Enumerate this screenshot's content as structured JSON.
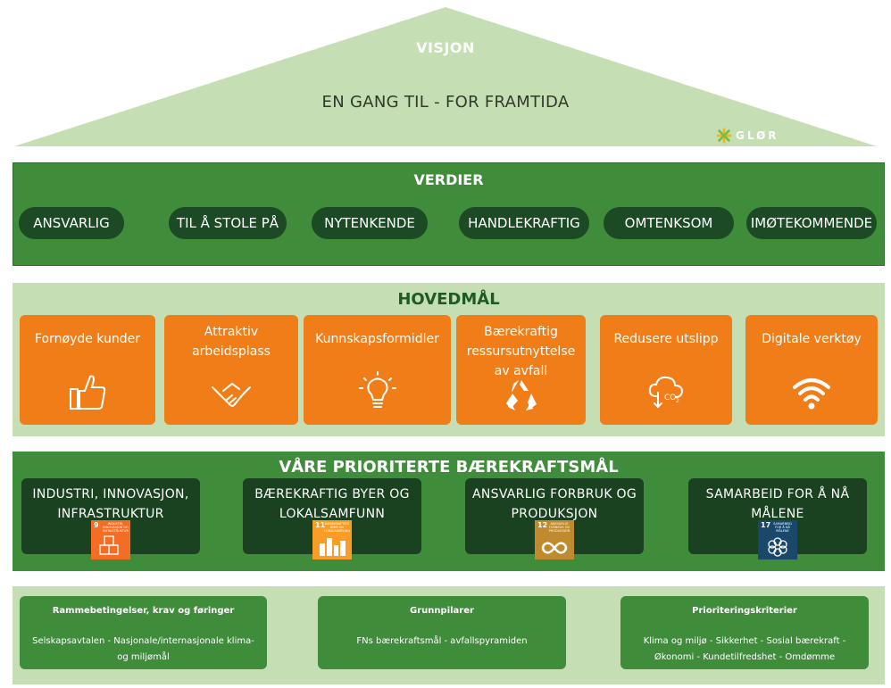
{
  "roof": {
    "title": "VISJON",
    "text": "EN GANG TIL - FOR FRAMTIDA",
    "logo": "GLØR"
  },
  "verdier": {
    "title": "VERDIER",
    "values": [
      "ANSVARLIG",
      "TIL Å STOLE PÅ",
      "NYTENKENDE",
      "HANDLEKRAFTIG",
      "OMTENKSOM",
      "IMØTEKOMMENDE"
    ]
  },
  "hovedmal": {
    "title": "HOVEDMÅL",
    "goals": [
      {
        "label": "Fornøyde kunder",
        "icon": "thumbs-up-icon"
      },
      {
        "label": "Attraktiv arbeidsplass",
        "icon": "handshake-icon"
      },
      {
        "label": "Kunnskapsformidler",
        "icon": "lightbulb-icon"
      },
      {
        "label": "Bærekraftig ressursutnyttelse av avfall",
        "icon": "recycle-icon"
      },
      {
        "label": "Redusere utslipp",
        "icon": "co2-cloud-icon"
      },
      {
        "label": "Digitale verktøy",
        "icon": "wifi-icon"
      }
    ]
  },
  "baerekraft": {
    "title": "VÅRE PRIORITERTE BÆREKRAFTSMÅL",
    "goals": [
      {
        "label": "INDUSTRI, INNOVASJON, INFRASTRUKTUR",
        "sdg_number": "9",
        "sdg_text": "INDUSTRI, INNOVASJON OG INFRASTRUKTUR",
        "color": "#f36d25"
      },
      {
        "label": "BÆREKRAFTIG BYER OG LOKALSAMFUNN",
        "sdg_number": "11",
        "sdg_text": "BÆREKRAFTIGE BYER OG LOKALSAMFUNN",
        "color": "#f99d26"
      },
      {
        "label": "ANSVARLIG FORBRUK OG PRODUKSJON",
        "sdg_number": "12",
        "sdg_text": "ANSVARLIG FORBRUK OG PRODUKSJON",
        "color": "#bf8b2e"
      },
      {
        "label": "SAMARBEID FOR Å NÅ MÅLENE",
        "sdg_number": "17",
        "sdg_text": "SAMARBEID FOR Å NÅ MÅLENE",
        "color": "#19486a"
      }
    ]
  },
  "fundament": {
    "cards": [
      {
        "title": "Rammebetingelser, krav og føringer",
        "text": "Selskapsavtalen - Nasjonale/internasjonale klima- og miljømål"
      },
      {
        "title": "Grunnpilarer",
        "text": "FNs bærekraftsmål - avfallspyramiden"
      },
      {
        "title": "Prioriteringskriterier",
        "text": "Klima og miljø - Sikkerhet - Sosial bærekraft - Økonomi - Kundetilfredshet - Omdømme"
      }
    ]
  }
}
